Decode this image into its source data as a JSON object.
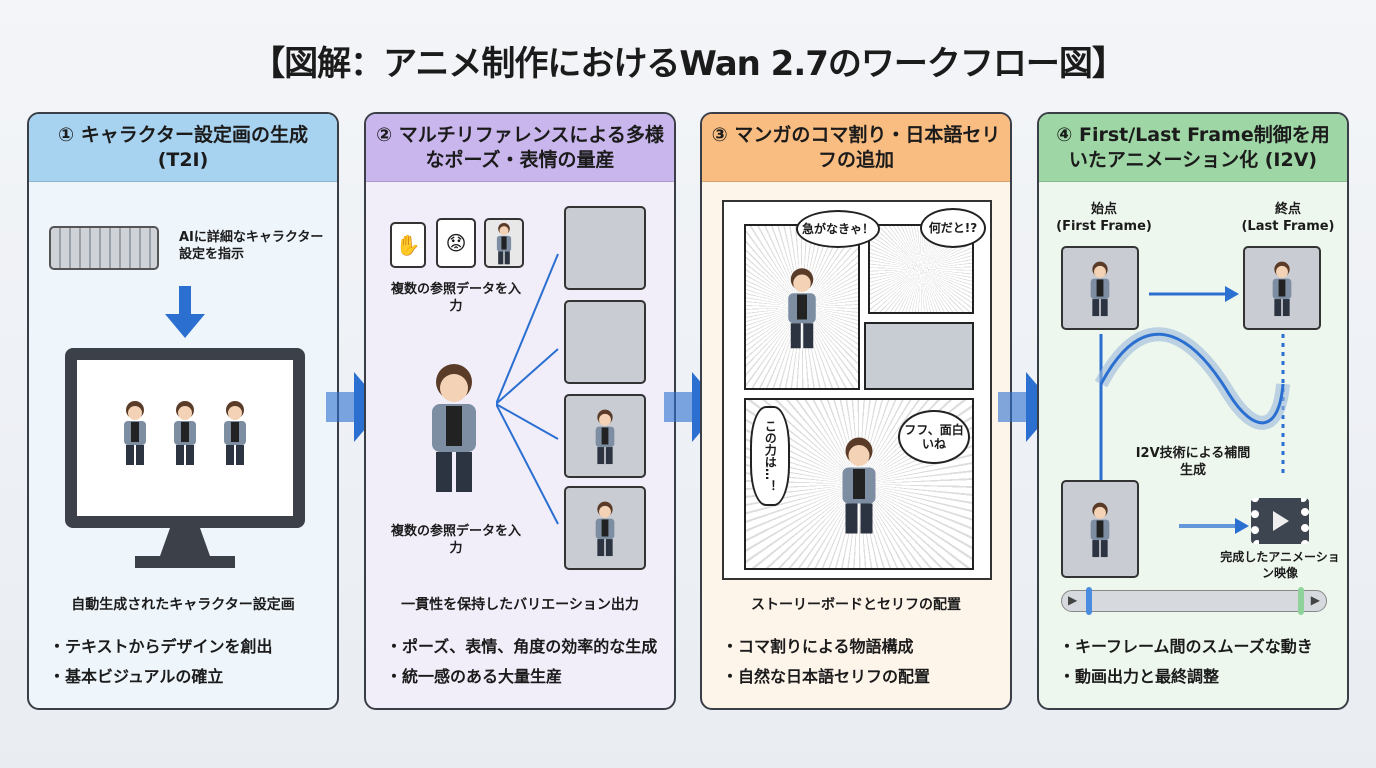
{
  "title": "【図解：アニメ制作におけるWan 2.7のワークフロー図】",
  "colors": {
    "arrow": "#2b6fd1",
    "p1_head": "#a8d3f0",
    "p2_head": "#c8b6ec",
    "p3_head": "#f9bd82",
    "p4_head": "#9fd6a6"
  },
  "panels": [
    {
      "title": "① キャラクター設定画の生成 (T2I)",
      "prompt": "AIに詳細なキャラクター設定を指示",
      "caption": "自動生成されたキャラクター設定画",
      "bullets": [
        "・テキストからデザインを創出",
        "・基本ビジュアルの確立"
      ]
    },
    {
      "title": "② マルチリファレンスによる多様なポーズ・表情の量産",
      "ref_label": "複数の参照データを入力",
      "ref_label2": "複数の参照データを入力",
      "caption": "一貫性を保持したバリエーション出力",
      "bullets": [
        "・ポーズ、表情、角度の効率的な生成",
        "・統一感のある大量生産"
      ]
    },
    {
      "title": "③ マンガのコマ割り・日本語セリフの追加",
      "speech": [
        "急がなきゃ！",
        "何だと!?",
        "この力は…！",
        "フフ、面白いね"
      ],
      "caption": "ストーリーボードとセリフの配置",
      "bullets": [
        "・コマ割りによる物語構成",
        "・自然な日本語セリフの配置"
      ]
    },
    {
      "title": "④ First/Last Frame制御を用いたアニメーション化 (I2V)",
      "start": "始点",
      "start_en": "(First Frame)",
      "end": "終点",
      "end_en": "(Last Frame)",
      "interp": "I2V技術による補間生成",
      "output": "完成したアニメーション映像",
      "bullets": [
        "・キーフレーム間のスムーズな動き",
        "・動画出力と最終調整"
      ]
    }
  ]
}
